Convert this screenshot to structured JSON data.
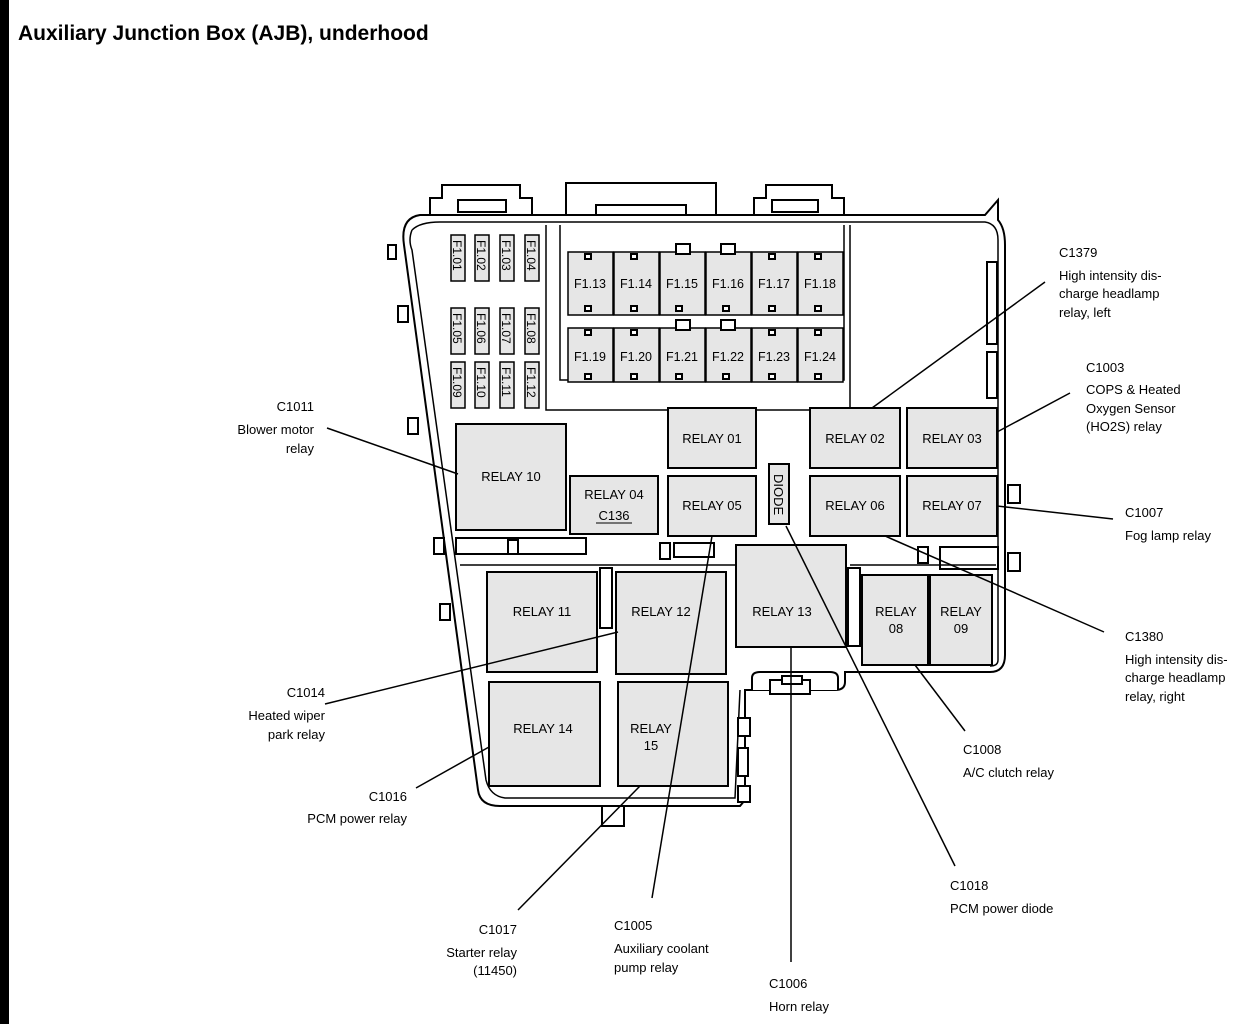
{
  "title": "Auxiliary Junction Box (AJB), underhood",
  "fuses_vertical": [
    "F1.01",
    "F1.02",
    "F1.03",
    "F1.04",
    "F1.05",
    "F1.06",
    "F1.07",
    "F1.08",
    "F1.09",
    "F1.10",
    "F1.11",
    "F1.12"
  ],
  "fuses_row1": [
    "F1.13",
    "F1.14",
    "F1.15",
    "F1.16",
    "F1.17",
    "F1.18"
  ],
  "fuses_row2": [
    "F1.19",
    "F1.20",
    "F1.21",
    "F1.22",
    "F1.23",
    "F1.24"
  ],
  "relays": {
    "r01": "RELAY 01",
    "r02": "RELAY 02",
    "r03": "RELAY 03",
    "r04": "RELAY 04",
    "r04_sub": "C136",
    "r05": "RELAY 05",
    "r06": "RELAY 06",
    "r07": "RELAY 07",
    "r08_a": "RELAY",
    "r08_b": "08",
    "r09_a": "RELAY",
    "r09_b": "09",
    "r10": "RELAY 10",
    "r11": "RELAY 11",
    "r12": "RELAY 12",
    "r13": "RELAY 13",
    "r14": "RELAY 14",
    "r15_a": "RELAY",
    "r15_b": "15",
    "diode": "DIODE"
  },
  "callouts": {
    "c1379": {
      "code": "C1379",
      "l1": "High intensity dis-",
      "l2": "charge headlamp",
      "l3": "relay, left"
    },
    "c1003": {
      "code": "C1003",
      "l1": "COPS & Heated",
      "l2": "Oxygen Sensor",
      "l3": "(HO2S) relay"
    },
    "c1011": {
      "code": "C1011",
      "l1": "Blower motor",
      "l2": "relay"
    },
    "c1007": {
      "code": "C1007",
      "l1": "Fog lamp relay"
    },
    "c1380": {
      "code": "C1380",
      "l1": "High intensity dis-",
      "l2": "charge headlamp",
      "l3": "relay, right"
    },
    "c1014": {
      "code": "C1014",
      "l1": "Heated wiper",
      "l2": "park relay"
    },
    "c1008": {
      "code": "C1008",
      "l1": "A/C clutch relay"
    },
    "c1016": {
      "code": "C1016",
      "l1": "PCM power relay"
    },
    "c1018": {
      "code": "C1018",
      "l1": "PCM power diode"
    },
    "c1017": {
      "code": "C1017",
      "l1": "Starter relay",
      "l2": "(11450)"
    },
    "c1005": {
      "code": "C1005",
      "l1": "Auxiliary coolant",
      "l2": "pump relay"
    },
    "c1006": {
      "code": "C1006",
      "l1": "Horn relay"
    }
  }
}
